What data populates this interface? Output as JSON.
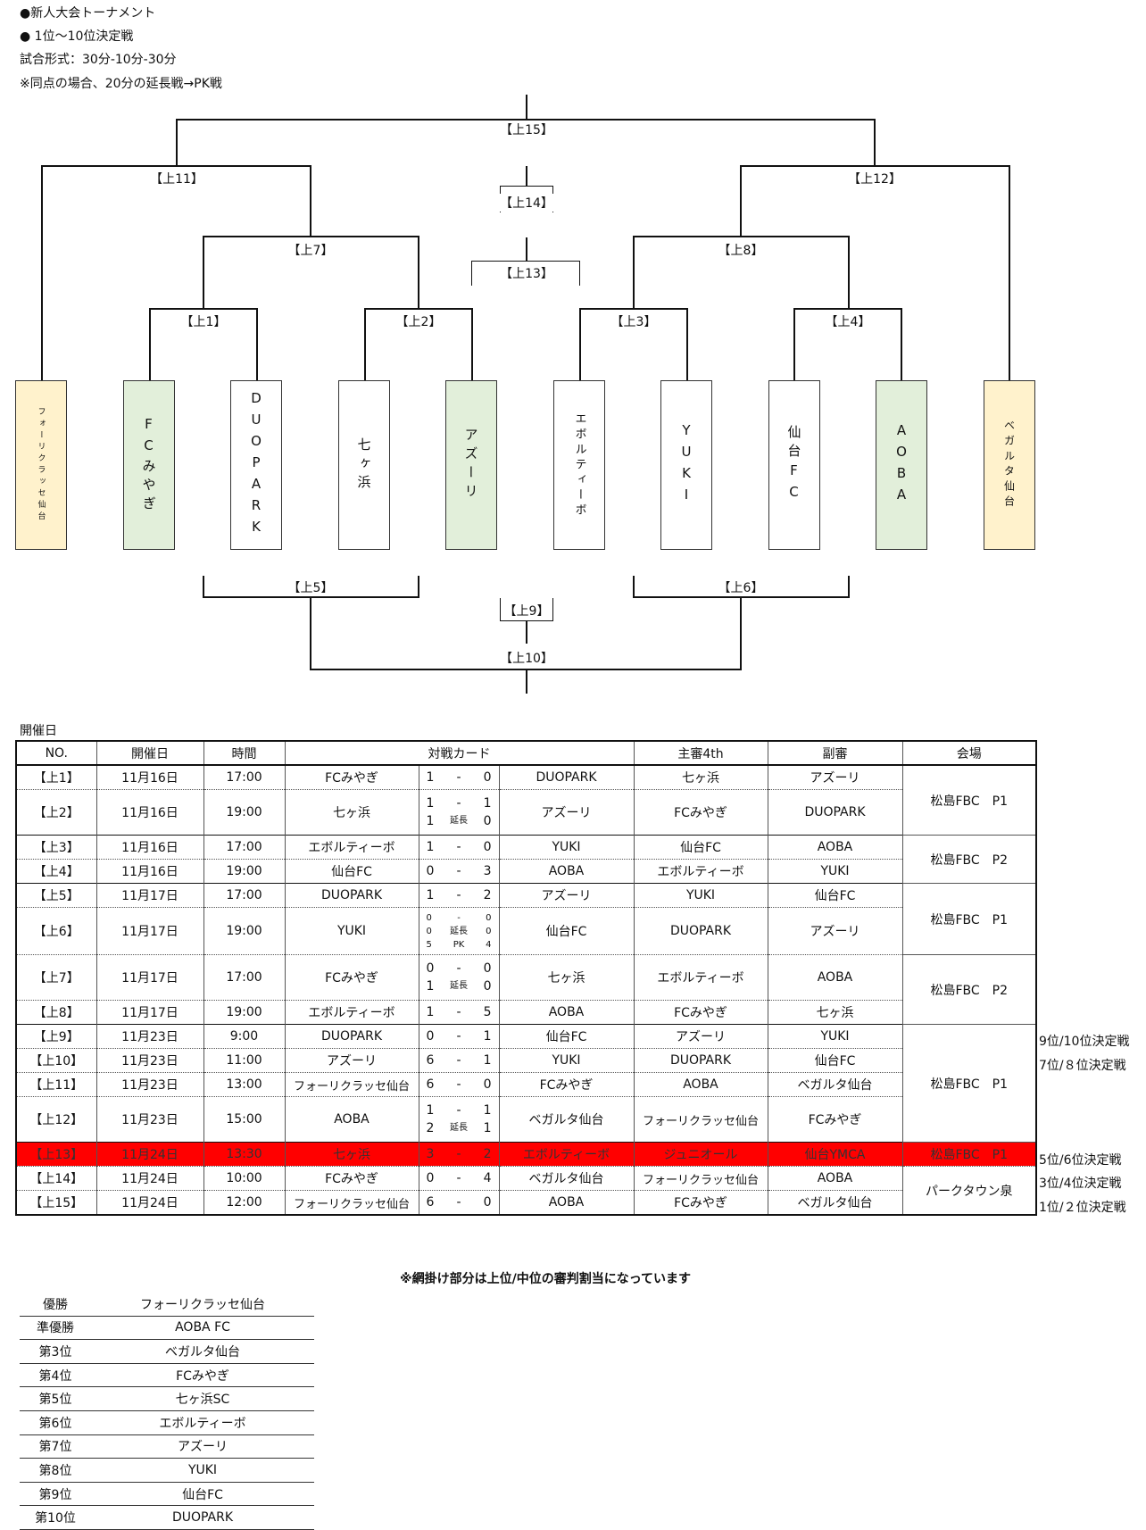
{
  "header": {
    "line1": "●新人大会トーナメント",
    "line2": "● 1位～10位決定戦",
    "line3": "試合形式：30分-10分-30分",
    "line4": "※同点の場合、20分の延長戦→PK戦"
  },
  "bracket": {
    "labels": {
      "m1": "【上1】",
      "m2": "【上2】",
      "m3": "【上3】",
      "m4": "【上4】",
      "m5": "【上5】",
      "m6": "【上6】",
      "m7": "【上7】",
      "m8": "【上8】",
      "m9": "【上9】",
      "m10": "【上10】",
      "m11": "【上11】",
      "m12": "【上12】",
      "m13": "【上13】",
      "m14": "【上14】",
      "m15": "【上15】"
    },
    "teams": {
      "t1": "フォーリクラッセ仙台",
      "t2": "FCみやぎ",
      "t3": "DUOPARK",
      "t4": "七ヶ浜",
      "t5": "アズーリ",
      "t6": "エボルティーボ",
      "t7": "YUKI",
      "t8": "仙台FC",
      "t9": "AOBA",
      "t10": "ベガルタ仙台"
    }
  },
  "schedule": {
    "section_label": "開催日",
    "headers": {
      "no": "NO.",
      "date": "開催日",
      "time": "時間",
      "card": "対戦カード",
      "ref": "主審4th",
      "asst": "副審",
      "venue": "会場"
    },
    "rows": [
      {
        "no": "【上1】",
        "date": "11月16日",
        "time": "17:00",
        "home": "FCみやぎ",
        "s1": "1",
        "sep": "-",
        "s2": "0",
        "away": "DUOPARK",
        "ref": "七ヶ浜",
        "asst": "アズーリ"
      },
      {
        "no": "【上2】",
        "date": "11月16日",
        "time": "19:00",
        "home": "七ヶ浜",
        "s1a": "1",
        "sep": "-",
        "s2a": "1",
        "s1b": "1",
        "ext": "延長",
        "s2b": "0",
        "away": "アズーリ",
        "ref": "FCみやぎ",
        "asst": "DUOPARK"
      },
      {
        "no": "【上3】",
        "date": "11月16日",
        "time": "17:00",
        "home": "エボルティーボ",
        "s1": "1",
        "sep": "-",
        "s2": "0",
        "away": "YUKI",
        "ref": "仙台FC",
        "asst": "AOBA"
      },
      {
        "no": "【上4】",
        "date": "11月16日",
        "time": "19:00",
        "home": "仙台FC",
        "s1": "0",
        "sep": "-",
        "s2": "3",
        "away": "AOBA",
        "ref": "エボルティーボ",
        "asst": "YUKI"
      },
      {
        "no": "【上5】",
        "date": "11月17日",
        "time": "17:00",
        "home": "DUOPARK",
        "s1": "1",
        "sep": "-",
        "s2": "2",
        "away": "アズーリ",
        "ref": "YUKI",
        "asst": "仙台FC"
      },
      {
        "no": "【上6】",
        "date": "11月17日",
        "time": "19:00",
        "home": "YUKI",
        "s1a": "0",
        "sep": "-",
        "s2a": "0",
        "s1b": "0",
        "ext": "延長",
        "s2b": "0",
        "s1c": "5",
        "pk": "PK",
        "s2c": "4",
        "away": "仙台FC",
        "ref": "DUOPARK",
        "asst": "アズーリ"
      },
      {
        "no": "【上7】",
        "date": "11月17日",
        "time": "17:00",
        "home": "FCみやぎ",
        "s1a": "0",
        "sep": "-",
        "s2a": "0",
        "s1b": "1",
        "ext": "延長",
        "s2b": "0",
        "away": "七ヶ浜",
        "ref": "エボルティーボ",
        "asst": "AOBA"
      },
      {
        "no": "【上8】",
        "date": "11月17日",
        "time": "19:00",
        "home": "エボルティーボ",
        "s1": "1",
        "sep": "-",
        "s2": "5",
        "away": "AOBA",
        "ref": "FCみやぎ",
        "asst": "七ヶ浜"
      },
      {
        "no": "【上9】",
        "date": "11月23日",
        "time": "9:00",
        "home": "DUOPARK",
        "s1": "0",
        "sep": "-",
        "s2": "1",
        "away": "仙台FC",
        "ref": "アズーリ",
        "asst": "YUKI"
      },
      {
        "no": "【上10】",
        "date": "11月23日",
        "time": "11:00",
        "home": "アズーリ",
        "s1": "6",
        "sep": "-",
        "s2": "1",
        "away": "YUKI",
        "ref": "DUOPARK",
        "asst": "仙台FC"
      },
      {
        "no": "【上11】",
        "date": "11月23日",
        "time": "13:00",
        "home": "フォーリクラッセ仙台",
        "s1": "6",
        "sep": "-",
        "s2": "0",
        "away": "FCみやぎ",
        "ref": "AOBA",
        "asst": "ベガルタ仙台"
      },
      {
        "no": "【上12】",
        "date": "11月23日",
        "time": "15:00",
        "home": "AOBA",
        "s1a": "1",
        "sep": "-",
        "s2a": "1",
        "s1b": "2",
        "ext": "延長",
        "s2b": "1",
        "away": "ベガルタ仙台",
        "ref": "フォーリクラッセ仙台",
        "asst": "FCみやぎ"
      },
      {
        "no": "【上13】",
        "date": "11月24日",
        "time": "13:30",
        "home": "七ヶ浜",
        "s1": "3",
        "sep": "-",
        "s2": "2",
        "away": "エボルティーボ",
        "ref": "ジュニオール",
        "asst": "仙台YMCA",
        "venue": "松島FBC　P1"
      },
      {
        "no": "【上14】",
        "date": "11月24日",
        "time": "10:00",
        "home": "FCみやぎ",
        "s1": "0",
        "sep": "-",
        "s2": "4",
        "away": "ベガルタ仙台",
        "ref": "フォーリクラッセ仙台",
        "asst": "AOBA"
      },
      {
        "no": "【上15】",
        "date": "11月24日",
        "time": "12:00",
        "home": "フォーリクラッセ仙台",
        "s1": "6",
        "sep": "-",
        "s2": "0",
        "away": "AOBA",
        "ref": "FCみやぎ",
        "asst": "ベガルタ仙台"
      }
    ],
    "venues": {
      "v1": "松島FBC　P1",
      "v2": "松島FBC　P2",
      "v3": "松島FBC　P1",
      "v4": "松島FBC　P2",
      "v5": "松島FBC　P1",
      "v6": "パークタウン泉"
    },
    "notes": {
      "n9": "9位/10位決定戦",
      "n10": "7位/８位決定戦",
      "n13": "5位/6位決定戦",
      "n14": "3位/4位決定戦",
      "n15": "1位/２位決定戦"
    },
    "footnote": "※網掛け部分は上位/中位の審判割当になっています",
    "highlight_color": "#ff0000"
  },
  "results": [
    {
      "rank": "優勝",
      "team": "フォーリクラッセ仙台"
    },
    {
      "rank": "準優勝",
      "team": "AOBA FC"
    },
    {
      "rank": "第3位",
      "team": "ベガルタ仙台"
    },
    {
      "rank": "第4位",
      "team": "FCみやぎ"
    },
    {
      "rank": "第5位",
      "team": "七ヶ浜SC"
    },
    {
      "rank": "第6位",
      "team": "エボルティーボ"
    },
    {
      "rank": "第7位",
      "team": "アズーリ"
    },
    {
      "rank": "第8位",
      "team": "YUKI"
    },
    {
      "rank": "第9位",
      "team": "仙台FC"
    },
    {
      "rank": "第10位",
      "team": "DUOPARK"
    }
  ]
}
